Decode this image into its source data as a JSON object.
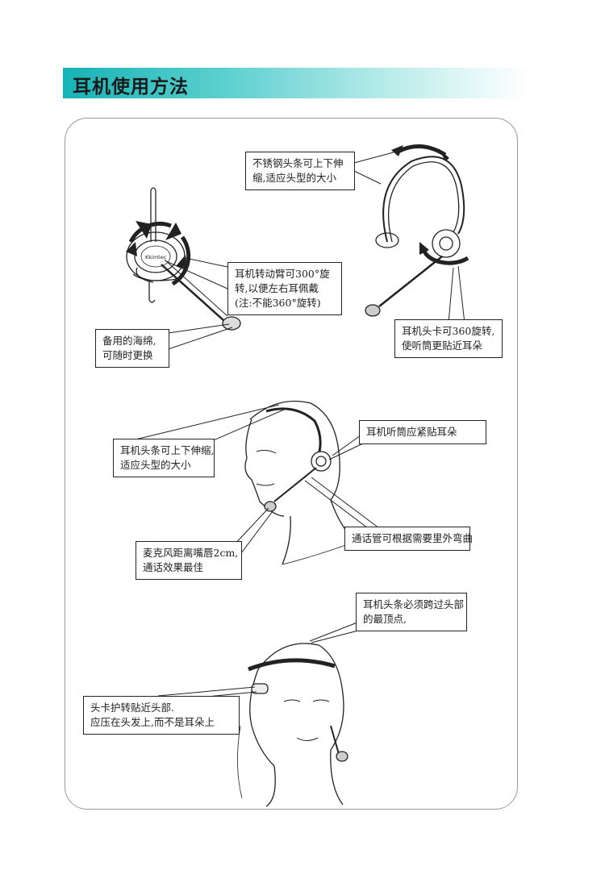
{
  "header": {
    "title": "耳机使用方法"
  },
  "callouts": {
    "headband_top": {
      "line1": "不锈钢头条可上下伸",
      "line2": "缩,适应头型的大小"
    },
    "arm_rotate": {
      "line1": "耳机转动臂可300°旋",
      "line2": "转,以便左右耳佩戴",
      "line3": "(注:不能360°旋转)"
    },
    "foam": {
      "line1": "备用的海绵,",
      "line2": "可随时更换"
    },
    "clip_rotate": {
      "line1": "耳机头卡可360旋转,",
      "line2": "使听筒更贴近耳朵"
    },
    "headband_mid": {
      "line1": "耳机头条可上下伸缩,",
      "line2": "适应头型的大小"
    },
    "earpiece": {
      "line1": "耳机听筒应紧贴耳朵"
    },
    "mic_distance": {
      "line1": "麦克风距离嘴唇2cm,",
      "line2": "通话效果最佳"
    },
    "voice_tube": {
      "line1": "通话管可根据需要里外弯曲"
    },
    "headband_crown": {
      "line1": "耳机头条必须跨过头部",
      "line2": "的最顶点,"
    },
    "clip_position": {
      "line1": "头卡护转贴近头部.",
      "line2": "应压在头发上,而不是耳朵上"
    }
  },
  "brand_label": "Kkimtec"
}
